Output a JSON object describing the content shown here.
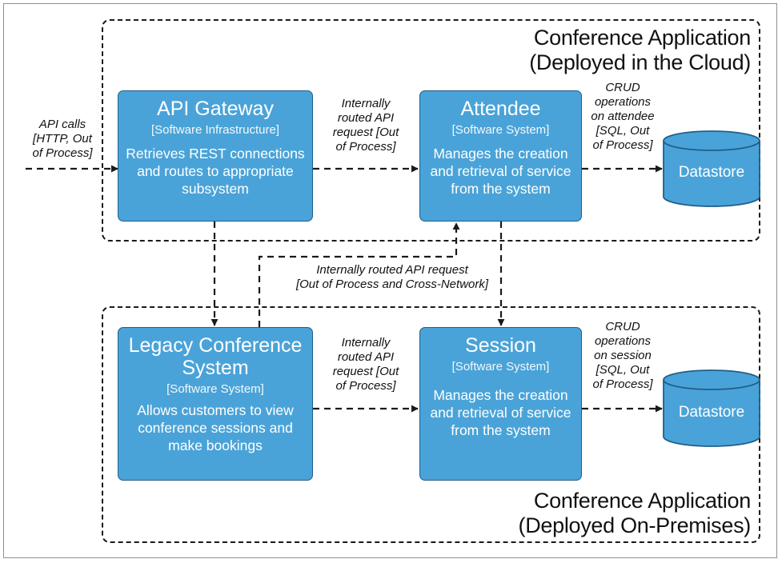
{
  "boundaries": {
    "cloud": {
      "title_line1": "Conference Application",
      "title_line2": "(Deployed in the Cloud)"
    },
    "onprem": {
      "title_line1": "Conference Application",
      "title_line2": "(Deployed On-Premises)"
    }
  },
  "systems": {
    "api_gateway": {
      "title": "API Gateway",
      "kind": "[Software Infrastructure]",
      "desc_line1": "Retrieves REST connections",
      "desc_line2": "and routes to appropriate",
      "desc_line3": "subsystem"
    },
    "attendee": {
      "title": "Attendee",
      "kind": "[Software System]",
      "desc_line1": "Manages the creation",
      "desc_line2": "and retrieval of service",
      "desc_line3": "from the system"
    },
    "legacy": {
      "title_line1": "Legacy Conference",
      "title_line2": "System",
      "kind": "[Software System]",
      "desc_line1": "Allows customers to view",
      "desc_line2": "conference sessions and",
      "desc_line3": "make bookings"
    },
    "session": {
      "title": "Session",
      "kind": "[Software System]",
      "desc_line1": "Manages the creation",
      "desc_line2": "and retrieval of service",
      "desc_line3": "from the system"
    }
  },
  "datastores": {
    "cloud": {
      "label": "Datastore"
    },
    "onprem": {
      "label": "Datastore"
    }
  },
  "edge_labels": {
    "api_calls": [
      "API calls",
      "[HTTP, Out",
      "of Process]"
    ],
    "gateway_to_attendee": [
      "Internally",
      "routed API",
      "request [Out",
      "of Process]"
    ],
    "attendee_to_db": [
      "CRUD",
      "operations",
      "on attendee",
      "[SQL, Out",
      "of Process]"
    ],
    "legacy_to_attendee": [
      "Internally routed API request",
      "[Out of Process and Cross-Network]"
    ],
    "legacy_to_session": [
      "Internally",
      "routed API",
      "request [Out",
      "of Process]"
    ],
    "session_to_db": [
      "CRUD",
      "operations",
      "on session",
      "[SQL, Out",
      "of Process]"
    ]
  },
  "colors": {
    "box_fill": "#4aa3d8",
    "box_border": "#1f5f8a",
    "line": "#1a1a1a"
  }
}
